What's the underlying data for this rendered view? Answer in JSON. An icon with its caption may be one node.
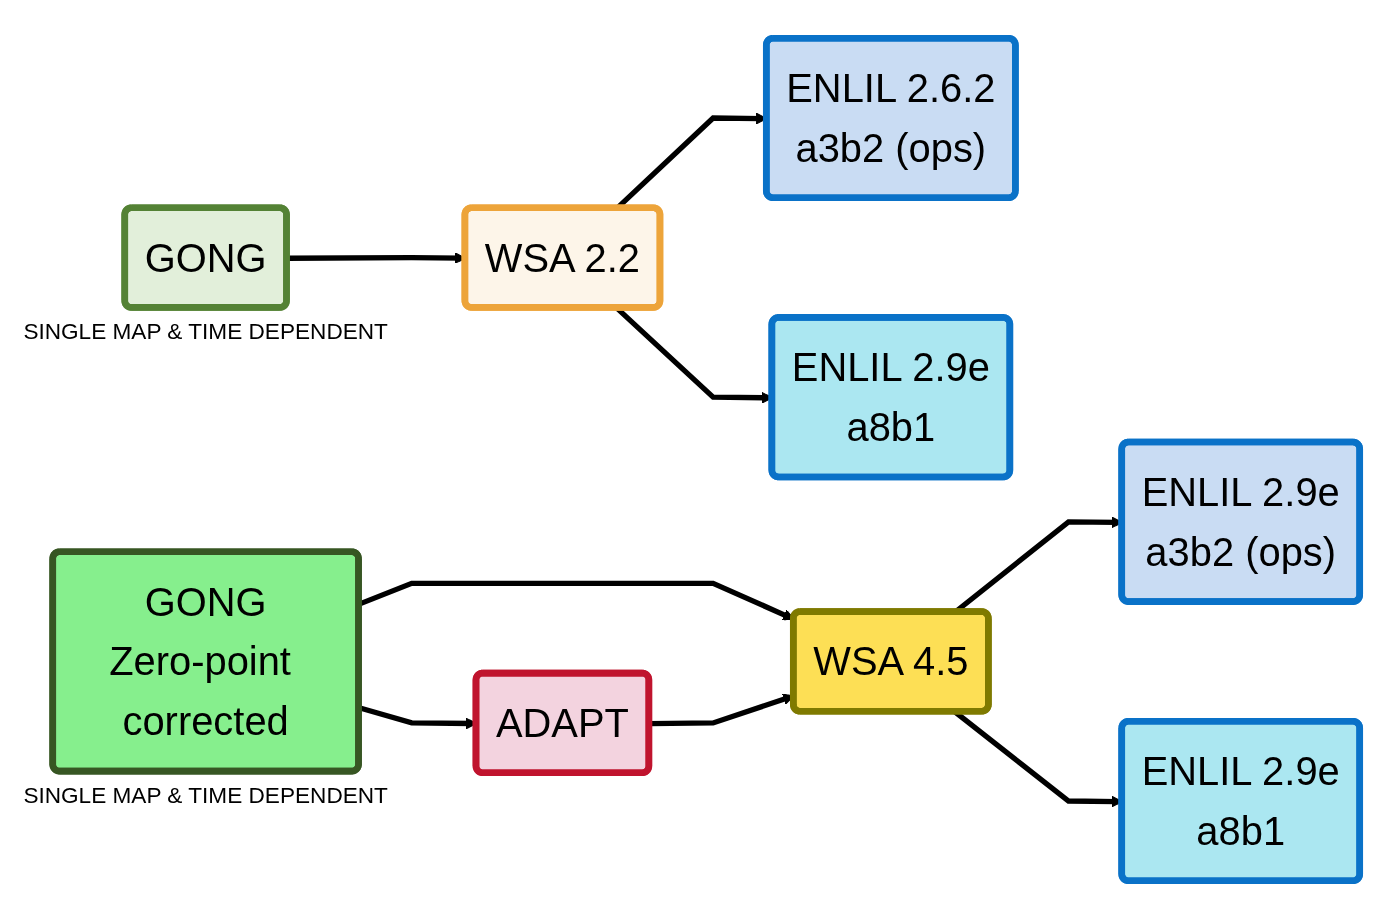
{
  "diagram": {
    "nodes": [
      {
        "text": [
          "GONG"
        ],
        "beside": [
          "SINGLE MAP & TIME DEPENDENT"
        ]
      },
      {
        "text": [
          "WSA 2.2"
        ]
      },
      {
        "text": [
          "ENLIL 2.6.2",
          "a3b2 (ops)"
        ]
      },
      {
        "text": [
          "ENLIL 2.9e",
          "a8b1"
        ]
      },
      {
        "text": [
          "GONG",
          "Zero-point corrected"
        ],
        "beside": [
          "SINGLE MAP & TIME DEPENDENT"
        ]
      },
      {
        "text": [
          "ADAPT"
        ]
      },
      {
        "text": [
          "WSA 4.5"
        ]
      },
      {
        "text": [
          "ENLIL 2.9e",
          "a3b2 (ops)"
        ]
      },
      {
        "text": [
          "ENLIL 2.9e",
          "a8b1"
        ]
      }
    ],
    "edges": [
      {
        "from": 0,
        "to": 1,
        "arrow": "to"
      },
      {
        "from": 1,
        "to": 2,
        "arrow": "to"
      },
      {
        "from": 1,
        "to": 3,
        "arrow": "to"
      },
      {
        "from": 4,
        "to": 6,
        "arrow": "to"
      },
      {
        "from": 4,
        "to": 5,
        "arrow": "to"
      },
      {
        "from": 5,
        "to": 6,
        "arrow": "to"
      },
      {
        "from": 6,
        "to": 7,
        "arrow": "to"
      },
      {
        "from": 6,
        "to": 8,
        "arrow": "to"
      }
    ]
  }
}
